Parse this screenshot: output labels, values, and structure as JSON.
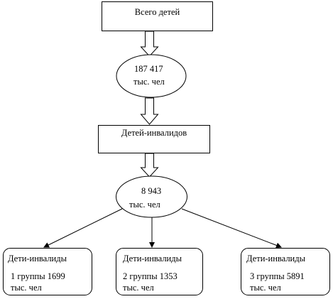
{
  "top_box": {
    "label": "Всего детей"
  },
  "total_ellipse": {
    "line1": "187 417",
    "line2": "тыс. чел"
  },
  "disabled_box": {
    "label": "Детей-инвалидов"
  },
  "disabled_ellipse": {
    "line1": "8 943",
    "line2": "тыс. чел"
  },
  "groups": [
    {
      "title": "Дети-инвалиды",
      "line1": "1 группы 1699",
      "line2": "тыс. чел"
    },
    {
      "title": "Дети-инвалиды",
      "line1": "2 группы 1353",
      "line2": "тыс. чел"
    },
    {
      "title": "Дети-инвалиды",
      "line1": "3 группы 5891",
      "line2": "тыс. чел"
    }
  ]
}
